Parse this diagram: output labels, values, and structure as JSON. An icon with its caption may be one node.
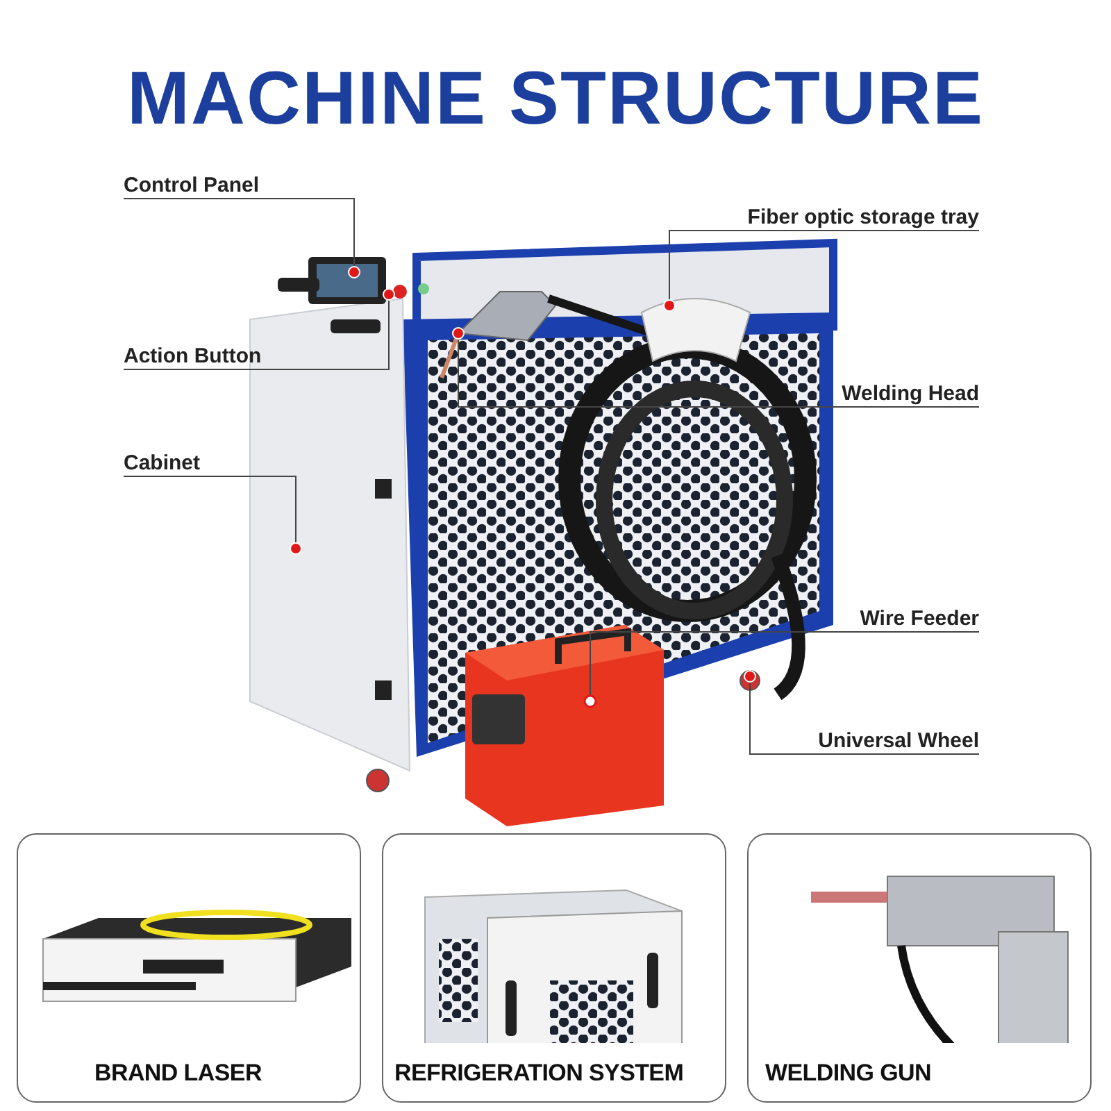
{
  "diagram": {
    "title": "MACHINE STRUCTURE",
    "nodes": [
      {
        "text": [
          "Control Panel"
        ]
      },
      {
        "text": [
          "Fiber optic storage tray"
        ]
      },
      {
        "text": [
          "Action Button"
        ]
      },
      {
        "text": [
          "Welding Head"
        ]
      },
      {
        "text": [
          "Cabinet"
        ]
      },
      {
        "text": [
          "Wire Feeder"
        ]
      },
      {
        "text": [
          "Universal Wheel"
        ]
      },
      {
        "text": [
          "BRAND LASER"
        ]
      },
      {
        "text": [
          "REFRIGERATION SYSTEM"
        ]
      },
      {
        "text": [
          "WELDING GUN"
        ]
      }
    ],
    "edges": [
      {
        "from": 0,
        "to": null,
        "arrow": "other"
      },
      {
        "from": 1,
        "to": null,
        "arrow": "other"
      },
      {
        "from": 2,
        "to": null,
        "arrow": "other"
      },
      {
        "from": 3,
        "to": null,
        "arrow": "other"
      },
      {
        "from": 4,
        "to": null,
        "arrow": "other"
      },
      {
        "from": 5,
        "to": null,
        "arrow": "other"
      },
      {
        "from": 6,
        "to": null,
        "arrow": "other"
      }
    ]
  }
}
